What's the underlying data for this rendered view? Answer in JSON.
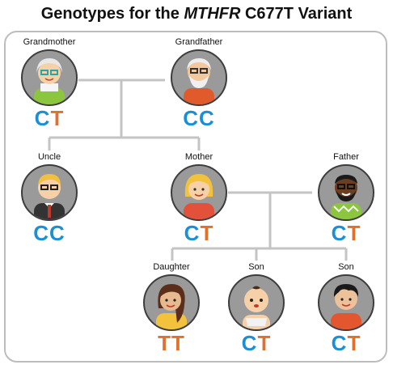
{
  "title": {
    "prefix": "Genotypes for the ",
    "gene": "MTHFR",
    "suffix": " C677T Variant"
  },
  "colors": {
    "C": "#1a8fd8",
    "T": "#e0702a",
    "line": "#c4c4c4",
    "avatar_bg": "#9a9a9a"
  },
  "people": {
    "grandmother": {
      "name": "Grandmother",
      "a1": "C",
      "a2": "T"
    },
    "grandfather": {
      "name": "Grandfather",
      "a1": "C",
      "a2": "C"
    },
    "uncle": {
      "name": "Uncle",
      "a1": "C",
      "a2": "C"
    },
    "mother": {
      "name": "Mother",
      "a1": "C",
      "a2": "T"
    },
    "father": {
      "name": "Father",
      "a1": "C",
      "a2": "T"
    },
    "daughter": {
      "name": "Daughter",
      "a1": "T",
      "a2": "T"
    },
    "son1": {
      "name": "Son",
      "a1": "C",
      "a2": "T"
    },
    "son2": {
      "name": "Son",
      "a1": "C",
      "a2": "T"
    }
  }
}
